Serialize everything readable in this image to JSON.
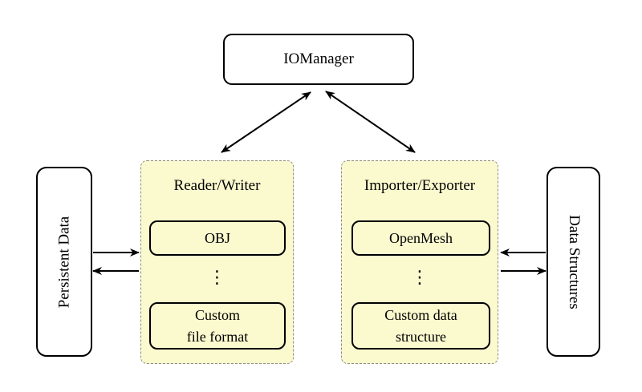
{
  "colors": {
    "background": "#ffffff",
    "panel_fill": "#fbf9ce",
    "panel_border": "#8c8c8c",
    "box_border": "#000000",
    "box_fill": "#ffffff",
    "arrow": "#000000"
  },
  "nodes": {
    "iomanager": {
      "label": "IOManager"
    },
    "persistent_data": {
      "label": "Persistent Data"
    },
    "data_structures": {
      "label": "Data Structures"
    },
    "reader_writer": {
      "title": "Reader/Writer",
      "items": [
        "OBJ",
        "⋮",
        "Custom\nfile format"
      ]
    },
    "importer_exporter": {
      "title": "Importer/Exporter",
      "items": [
        "OpenMesh",
        "⋮",
        "Custom data\nstructure"
      ]
    }
  },
  "edges": [
    {
      "from": "iomanager",
      "to": "reader_writer",
      "direction": "both"
    },
    {
      "from": "iomanager",
      "to": "importer_exporter",
      "direction": "both"
    },
    {
      "from": "persistent_data",
      "to": "reader_writer",
      "direction": "forward"
    },
    {
      "from": "reader_writer",
      "to": "persistent_data",
      "direction": "forward"
    },
    {
      "from": "data_structures",
      "to": "importer_exporter",
      "direction": "forward"
    },
    {
      "from": "importer_exporter",
      "to": "data_structures",
      "direction": "forward"
    }
  ]
}
